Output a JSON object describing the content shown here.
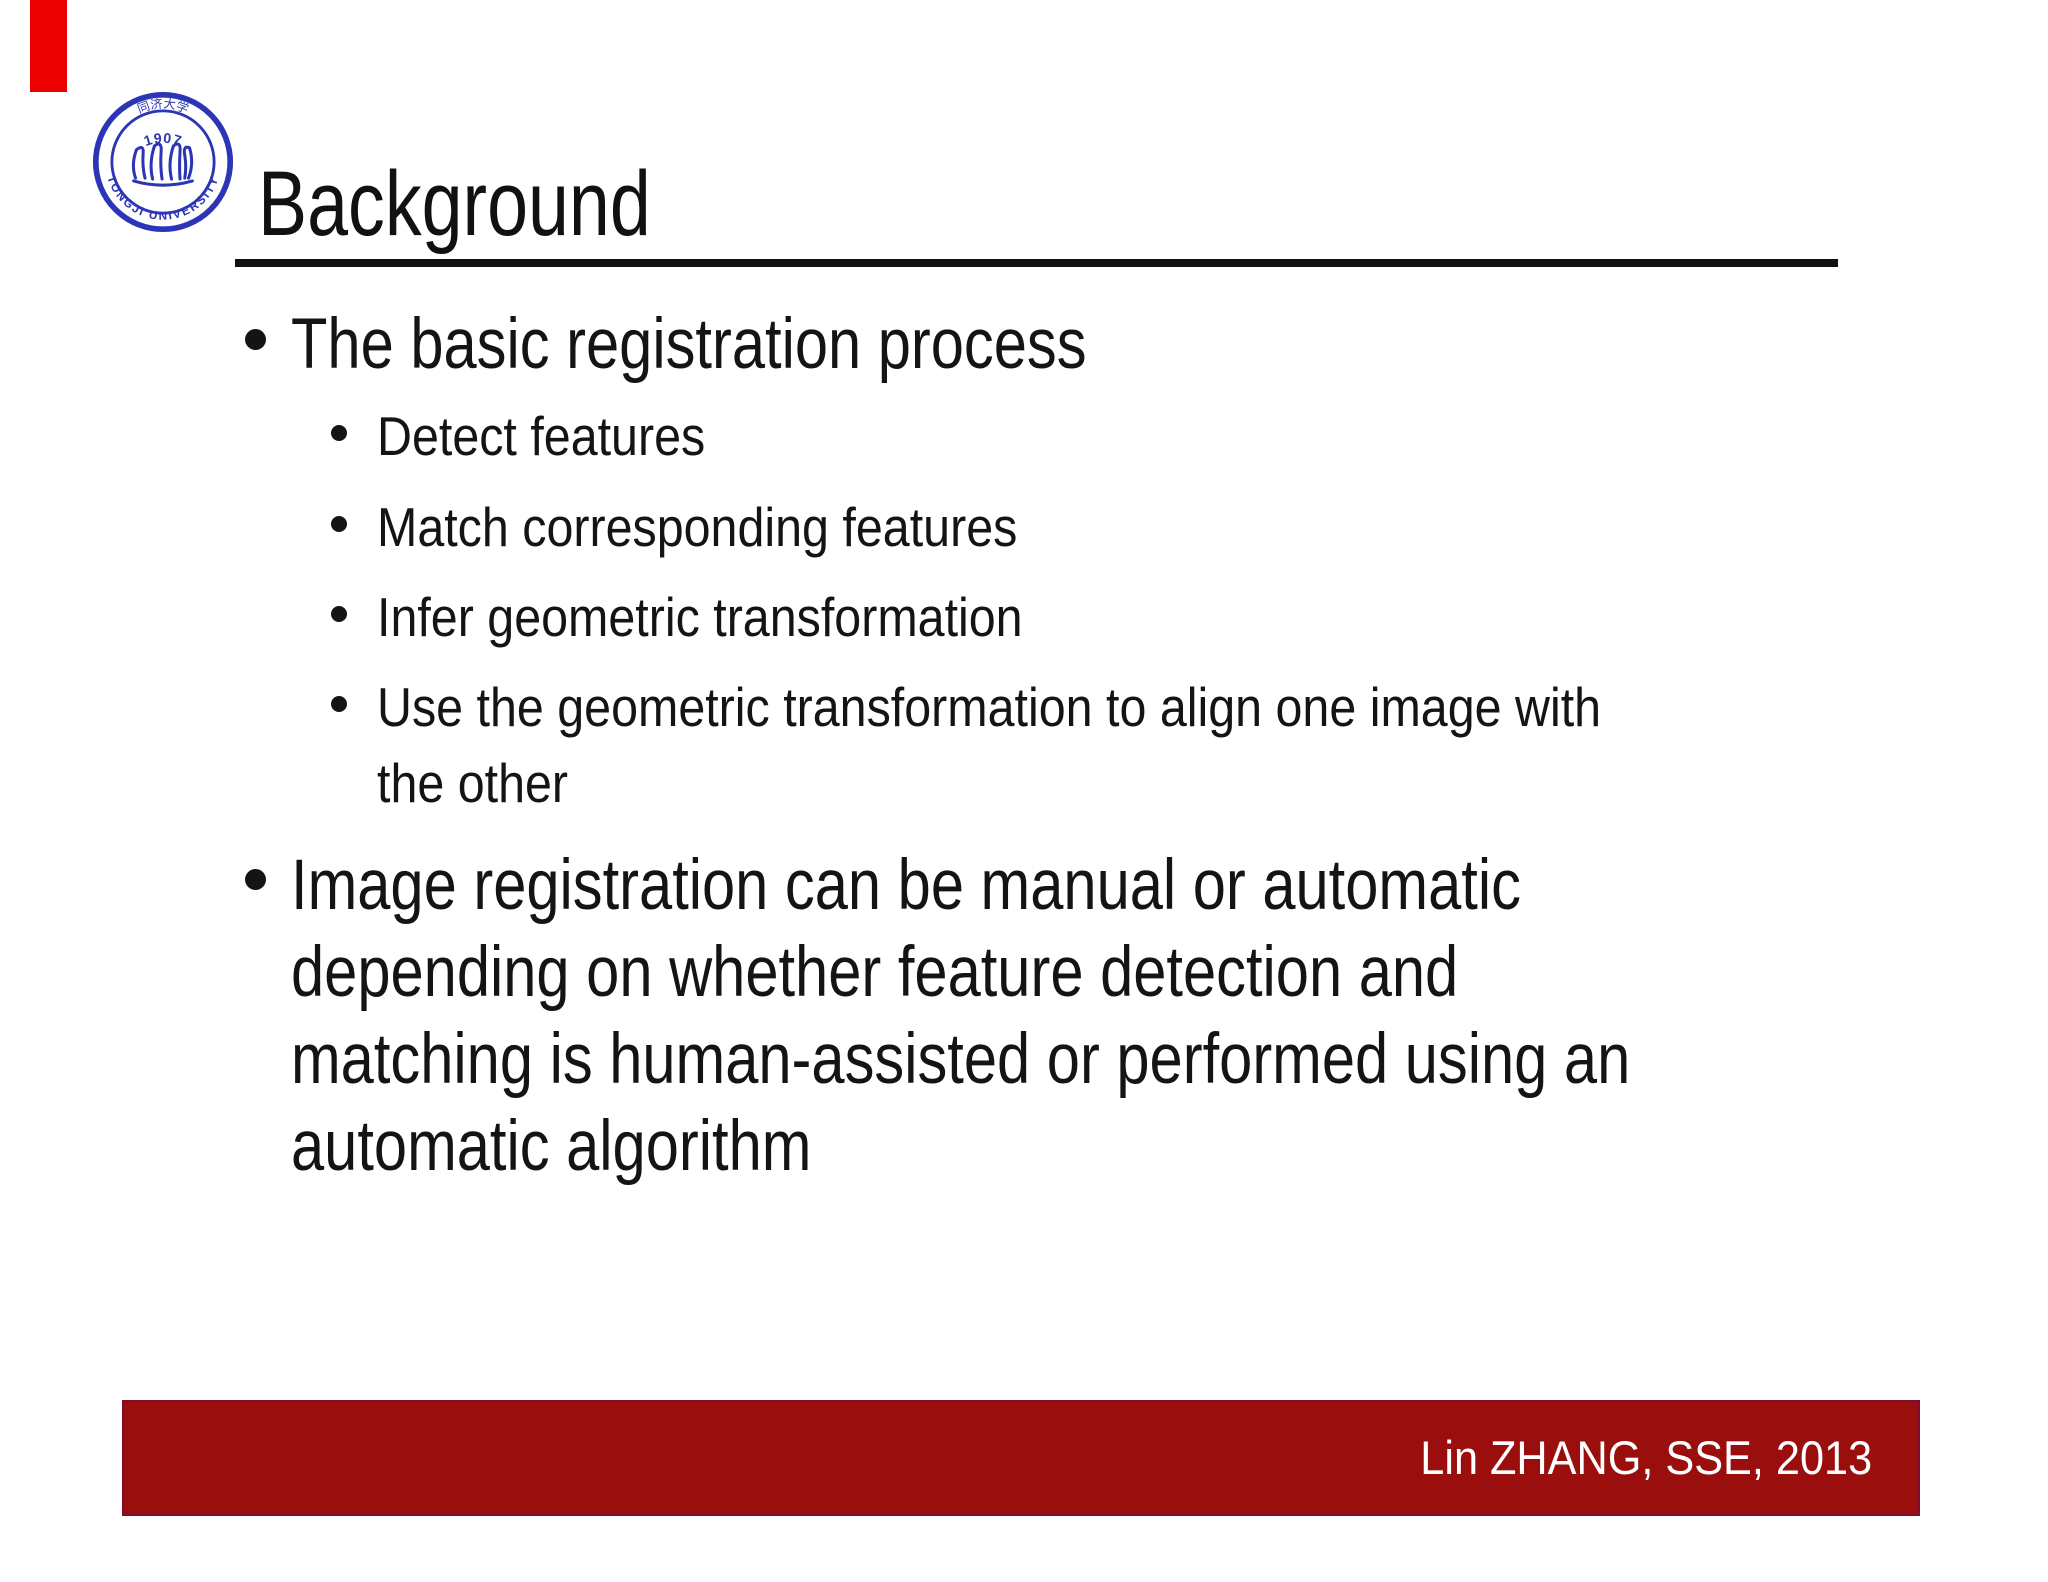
{
  "slide": {
    "title": "Background",
    "logo": {
      "year": "1907",
      "university_arc": "TONGJI UNIVERSITY",
      "chinese_arc": "同济大学"
    },
    "bullets": {
      "item1": {
        "label": "The basic registration process",
        "sub": [
          {
            "lines": [
              "Detect features"
            ]
          },
          {
            "lines": [
              "Match corresponding features"
            ]
          },
          {
            "lines": [
              "Infer geometric transformation"
            ]
          },
          {
            "lines": [
              "Use the geometric transformation to align one image with",
              "the other"
            ]
          }
        ]
      },
      "item2": {
        "lines": [
          "Image registration can be manual or automatic",
          "depending on whether feature detection and",
          "matching is human-assisted or performed using an",
          "automatic algorithm"
        ]
      }
    },
    "footer": {
      "credit": "Lin ZHANG, SSE, 2013"
    },
    "colors": {
      "text": "#141414",
      "accent_red": "#EC0000",
      "footer_bg": "#9B0E0E",
      "footer_border": "#7E0D2A",
      "logo_blue": "#2B35B5"
    }
  }
}
